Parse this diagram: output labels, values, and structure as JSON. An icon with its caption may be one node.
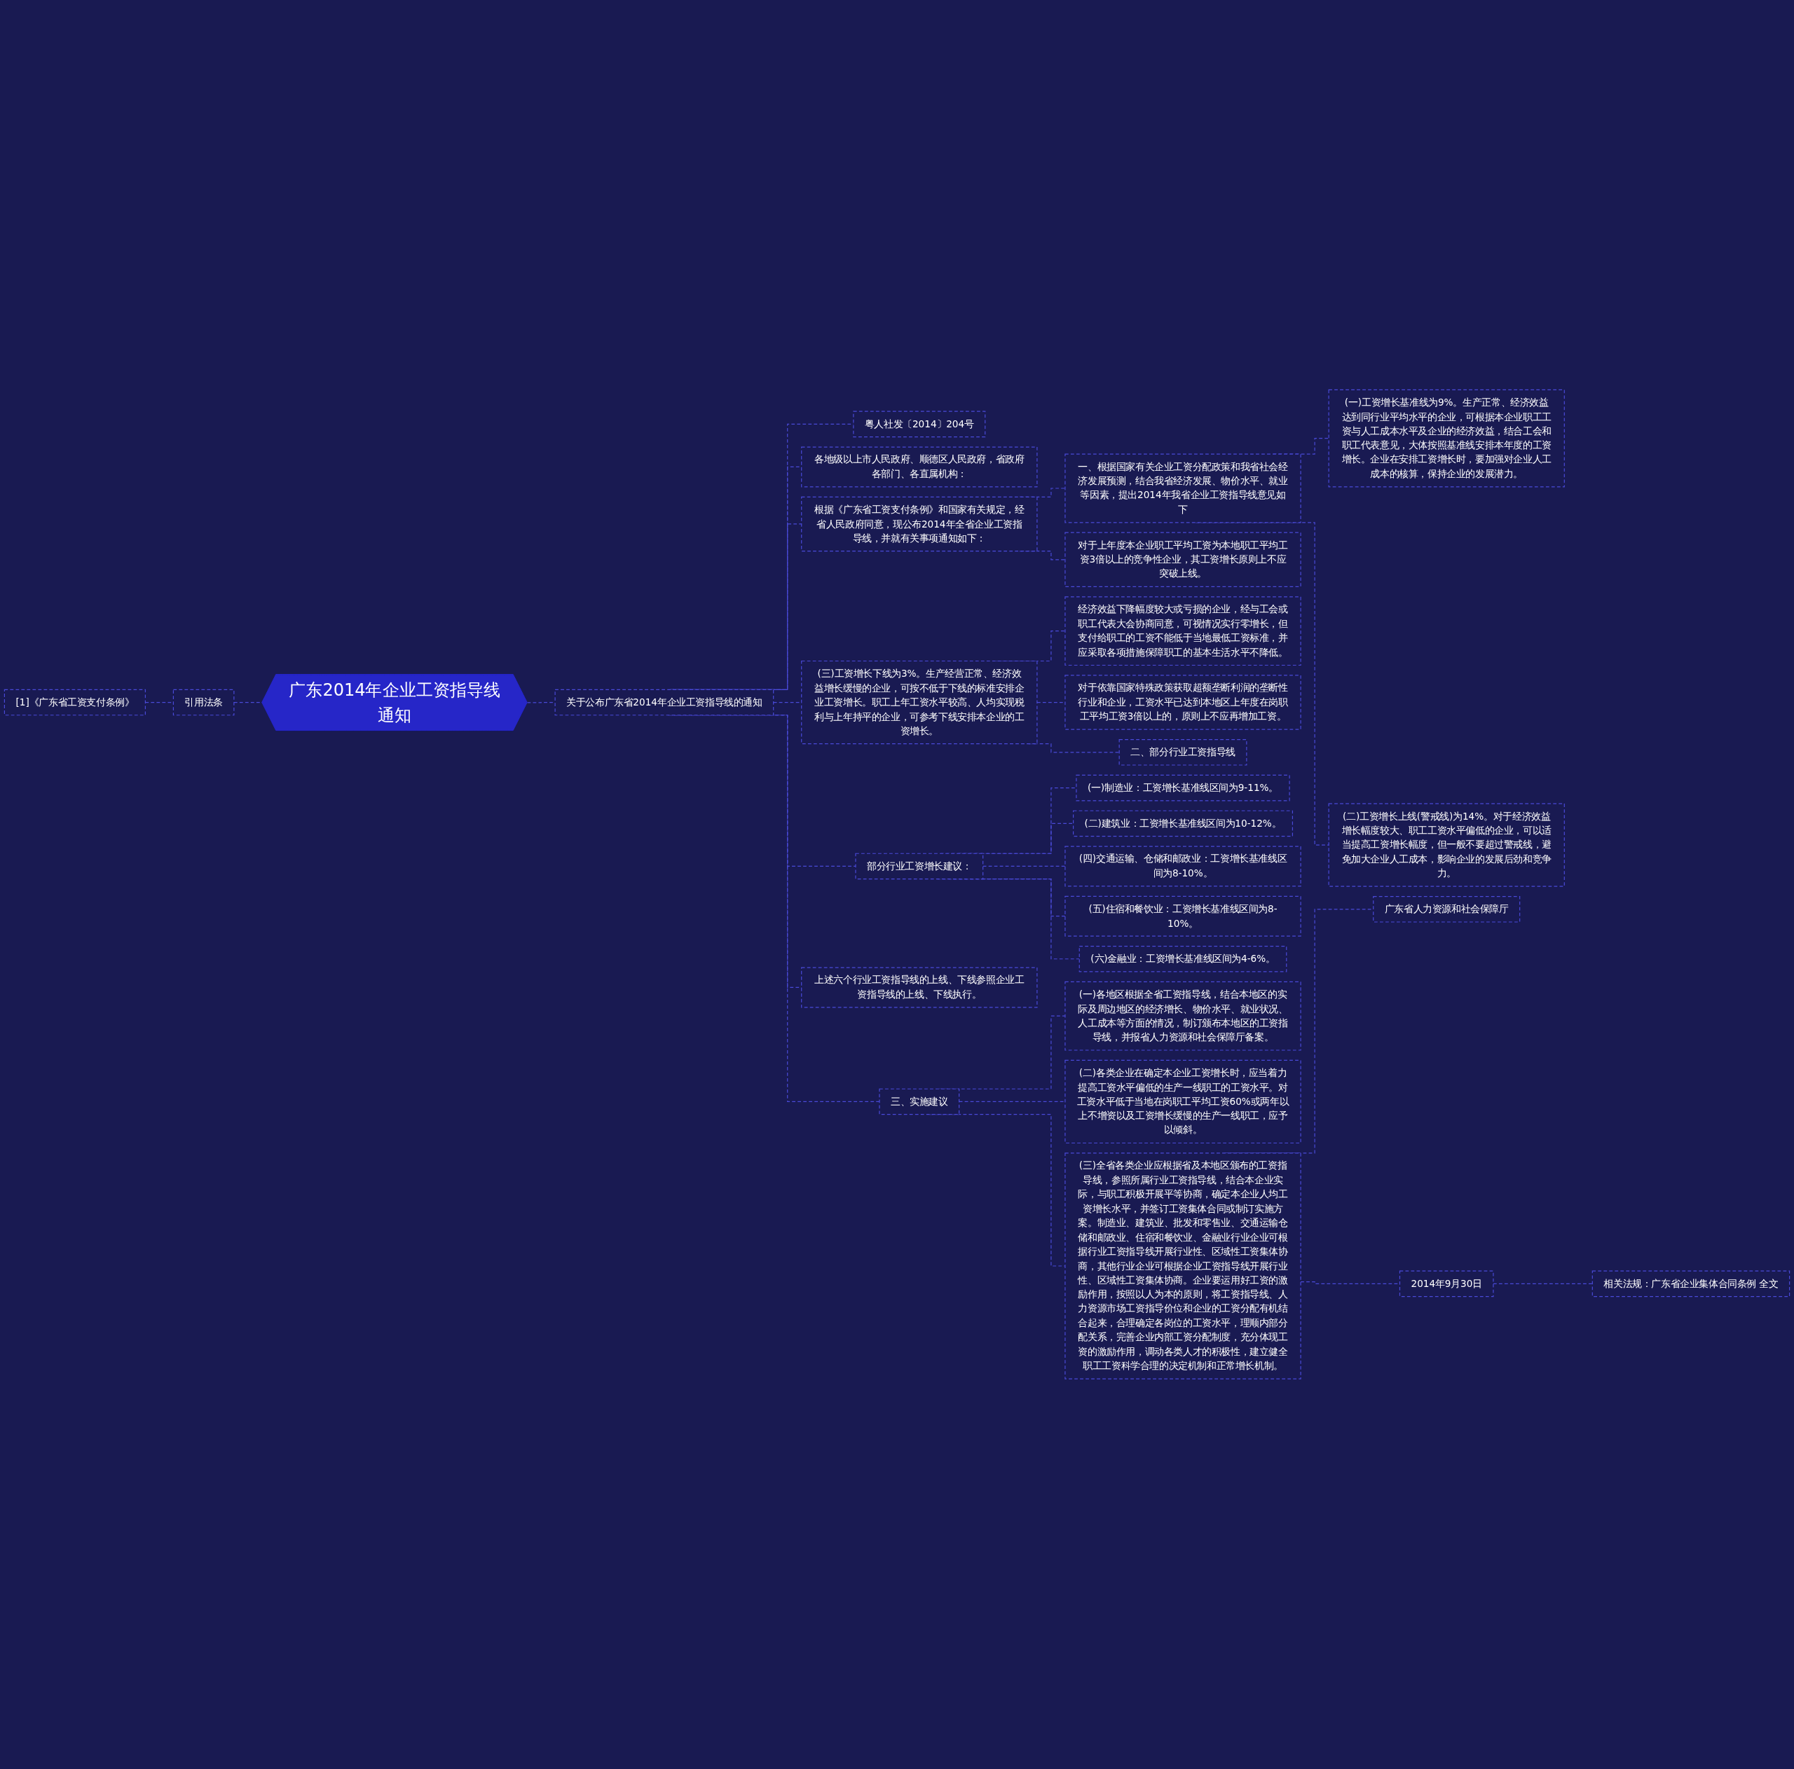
{
  "diagram": {
    "nodes": [
      {
        "text": [
          "广东2014年企业工资指导线通知"
        ]
      },
      {
        "text": [
          "引用法条"
        ]
      },
      {
        "text": [
          "[1]《广东省工资支付条例》"
        ]
      },
      {
        "text": [
          "关于公布广东省2014年企业工资指导线的通知"
        ]
      },
      {
        "text": [
          "粤人社发〔2014〕204号"
        ]
      },
      {
        "text": [
          "各地级以上市人民政府、顺德区人民政府，省政府各部门、各直属机构："
        ]
      },
      {
        "text": [
          "根据《广东省工资支付条例》和国家有关规定，经省人民政府同意，现公布2014年全省企业工资指导线，并就有关事项通知如下："
        ]
      },
      {
        "text": [
          "一、根据国家有关企业工资分配政策和我省社会经济发展预测，结合我省经济发展、物价水平、就业等因素，提出2014年我省企业工资指导线意见如下"
        ]
      },
      {
        "text": [
          "(一)工资增长基准线为9%。生产正常、经济效益达到同行业平均水平的企业，可根据本企业职工工资与人工成本水平及企业的经济效益，结合工会和职工代表意见，大体按照基准线安排本年度的工资增长。企业在安排工资增长时，要加强对企业人工成本的核算，保持企业的发展潜力。"
        ]
      },
      {
        "text": [
          "(二)工资增长上线(警戒线)为14%。对于经济效益增长幅度较大、职工工资水平偏低的企业，可以适当提高工资增长幅度，但一般不要超过警戒线，避免加大企业人工成本，影响企业的发展后劲和竞争力。"
        ]
      },
      {
        "text": [
          "对于上年度本企业职工平均工资为本地职工平均工资3倍以上的竞争性企业，其工资增长原则上不应突破上线。"
        ]
      },
      {
        "text": [
          "(三)工资增长下线为3%。生产经营正常、经济效益增长缓慢的企业，可按不低于下线的标准安排企业工资增长。职工上年工资水平较高、人均实现税利与上年持平的企业，可参考下线安排本企业的工资增长。"
        ]
      },
      {
        "text": [
          "经济效益下降幅度较大或亏损的企业，经与工会或职工代表大会协商同意，可视情况实行零增长，但支付给职工的工资不能低于当地最低工资标准，并应采取各项措施保障职工的基本生活水平不降低。"
        ]
      },
      {
        "text": [
          "对于依靠国家特殊政策获取超额垄断利润的垄断性行业和企业，工资水平已达到本地区上年度在岗职工平均工资3倍以上的，原则上不应再增加工资。"
        ]
      },
      {
        "text": [
          "二、部分行业工资指导线"
        ]
      },
      {
        "text": [
          "部分行业工资增长建议："
        ]
      },
      {
        "text": [
          "(一)制造业：工资增长基准线区间为9-11%。"
        ]
      },
      {
        "text": [
          "(二)建筑业：工资增长基准线区间为10-12%。"
        ]
      },
      {
        "text": [
          "(四)交通运输、仓储和邮政业：工资增长基准线区间为8-10%。"
        ]
      },
      {
        "text": [
          "(五)住宿和餐饮业：工资增长基准线区间为8-10%。"
        ]
      },
      {
        "text": [
          "(六)金融业：工资增长基准线区间为4-6%。"
        ]
      },
      {
        "text": [
          "上述六个行业工资指导线的上线、下线参照企业工资指导线的上线、下线执行。"
        ]
      },
      {
        "text": [
          "三、实施建议"
        ]
      },
      {
        "text": [
          "(一)各地区根据全省工资指导线，结合本地区的实际及周边地区的经济增长、物价水平、就业状况、人工成本等方面的情况，制订颁布本地区的工资指导线，并报省人力资源和社会保障厅备案。"
        ]
      },
      {
        "text": [
          "(二)各类企业在确定本企业工资增长时，应当着力提高工资水平偏低的生产一线职工的工资水平。对工资水平低于当地在岗职工平均工资60%或两年以上不增资以及工资增长缓慢的生产一线职工，应予以倾斜。"
        ]
      },
      {
        "text": [
          "(三)全省各类企业应根据省及本地区颁布的工资指导线，参照所属行业工资指导线，结合本企业实际，与职工积极开展平等协商，确定本企业人均工资增长水平，并签订工资集体合同或制订实施方案。制造业、建筑业、批发和零售业、交通运输仓储和邮政业、住宿和餐饮业、金融业行业企业可根据行业工资指导线开展行业性、区域性工资集体协商，其他行业企业可根据企业工资指导线开展行业性、区域性工资集体协商。企业要运用好工资的激励作用，按照以人为本的原则，将工资指导线、人力资源市场工资指导价位和企业的工资分配有机结合起来，合理确定各岗位的工资水平，理顺内部分配关系，完善企业内部工资分配制度，充分体现工资的激励作用，调动各类人才的积极性，建立健全职工工资科学合理的决定机制和正常增长机制。"
        ]
      },
      {
        "text": [
          "广东省人力资源和社会保障厅"
        ]
      },
      {
        "text": [
          "2014年9月30日"
        ]
      },
      {
        "text": [
          "相关法规：广东省企业集体合同条例 全文"
        ]
      }
    ],
    "edges": [
      {
        "from": 0,
        "to": 1,
        "arrow": "none"
      },
      {
        "from": 1,
        "to": 2,
        "arrow": "none"
      },
      {
        "from": 0,
        "to": 3,
        "arrow": "none"
      },
      {
        "from": 3,
        "to": 4,
        "arrow": "none"
      },
      {
        "from": 3,
        "to": 5,
        "arrow": "none"
      },
      {
        "from": 3,
        "to": 6,
        "arrow": "none"
      },
      {
        "from": 6,
        "to": 7,
        "arrow": "none"
      },
      {
        "from": 7,
        "to": 8,
        "arrow": "none"
      },
      {
        "from": 7,
        "to": 9,
        "arrow": "none"
      },
      {
        "from": 6,
        "to": 10,
        "arrow": "none"
      },
      {
        "from": 3,
        "to": 11,
        "arrow": "none"
      },
      {
        "from": 11,
        "to": 12,
        "arrow": "none"
      },
      {
        "from": 11,
        "to": 13,
        "arrow": "none"
      },
      {
        "from": 11,
        "to": 14,
        "arrow": "none"
      },
      {
        "from": 3,
        "to": 15,
        "arrow": "none"
      },
      {
        "from": 15,
        "to": 16,
        "arrow": "none"
      },
      {
        "from": 15,
        "to": 17,
        "arrow": "none"
      },
      {
        "from": 15,
        "to": 18,
        "arrow": "none"
      },
      {
        "from": 15,
        "to": 19,
        "arrow": "none"
      },
      {
        "from": 15,
        "to": 20,
        "arrow": "none"
      },
      {
        "from": 3,
        "to": 21,
        "arrow": "none"
      },
      {
        "from": 3,
        "to": 22,
        "arrow": "none"
      },
      {
        "from": 22,
        "to": 23,
        "arrow": "none"
      },
      {
        "from": 22,
        "to": 24,
        "arrow": "none"
      },
      {
        "from": 22,
        "to": 25,
        "arrow": "none"
      },
      {
        "from": 25,
        "to": 26,
        "arrow": "none"
      },
      {
        "from": 25,
        "to": 27,
        "arrow": "none"
      },
      {
        "from": 27,
        "to": 28,
        "arrow": "none"
      }
    ]
  }
}
